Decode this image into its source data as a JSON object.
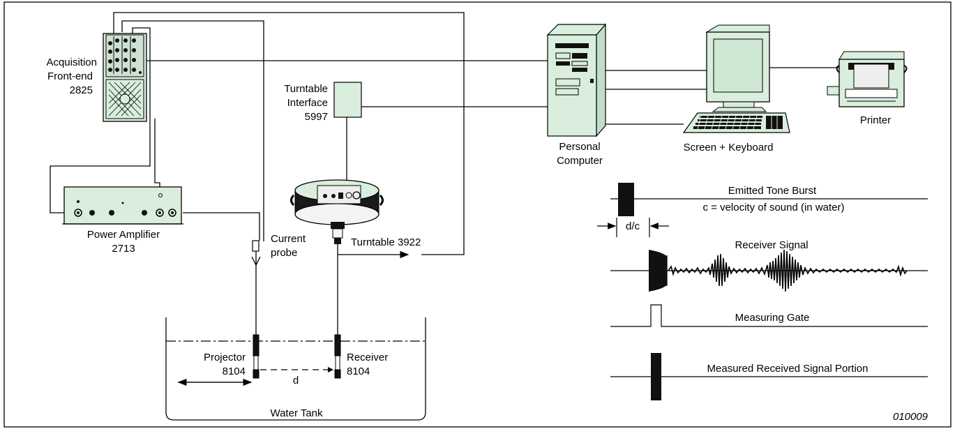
{
  "labels": {
    "acquisition": [
      "Acquisition",
      "Front-end",
      "2825"
    ],
    "power_amplifier": [
      "Power Amplifier",
      "2713"
    ],
    "turntable_interface": [
      "Turntable",
      "Interface",
      "5997"
    ],
    "personal_computer": [
      "Personal",
      "Computer"
    ],
    "screen_keyboard": "Screen + Keyboard",
    "printer": "Printer",
    "current_probe": [
      "Current",
      "probe"
    ],
    "turntable": "Turntable 3922",
    "projector": [
      "Projector",
      "8104"
    ],
    "receiver": [
      "Receiver",
      "8104"
    ],
    "distance": "d",
    "water_tank": "Water Tank",
    "figure_id": "010009"
  },
  "signals": {
    "emitted_tone_burst": "Emitted Tone Burst",
    "velocity_note": "c = velocity of sound (in water)",
    "delay": "d/c",
    "receiver_signal": "Receiver Signal",
    "measuring_gate": "Measuring Gate",
    "measured_portion": "Measured Received Signal Portion"
  },
  "colors": {
    "equipment_fill": "#d9eedd",
    "screen_fill": "#cfe8d4",
    "line": "#000000"
  }
}
